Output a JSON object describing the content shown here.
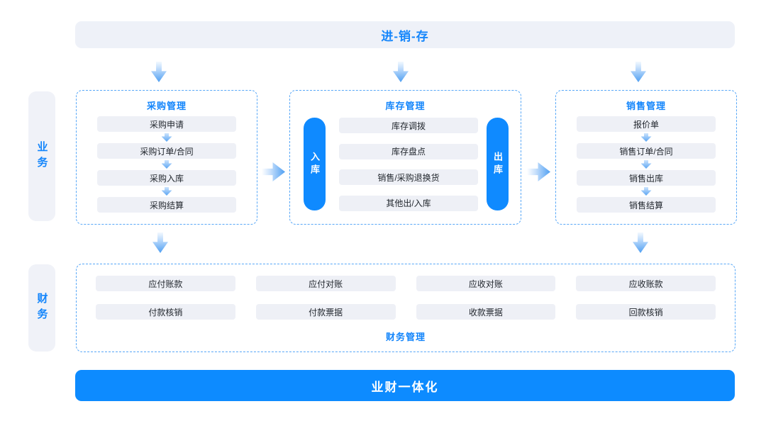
{
  "banners": {
    "top": "进-销-存",
    "bottom": "业财一体化"
  },
  "sidebar": {
    "business": "业务",
    "finance": "财务"
  },
  "purchase": {
    "title": "采购管理",
    "items": [
      "采购申请",
      "采购订单/合同",
      "采购入库",
      "采购结算"
    ]
  },
  "inventory": {
    "title": "库存管理",
    "inbound": "入库",
    "outbound": "出库",
    "items": [
      "库存调拨",
      "库存盘点",
      "销售/采购退换货",
      "其他出/入库"
    ]
  },
  "sales": {
    "title": "销售管理",
    "items": [
      "报价单",
      "销售订单/合同",
      "销售出库",
      "销售结算"
    ]
  },
  "finance": {
    "title": "财务管理",
    "items": [
      "应付账款",
      "应付对账",
      "应收对账",
      "应收账款",
      "付款核销",
      "付款票据",
      "收款票据",
      "回款核销"
    ]
  },
  "colors": {
    "accent_blue": "#0d8bff",
    "title_blue": "#1385fb",
    "pill_bg": "#eef0f6",
    "banner_bg": "#eef1f8",
    "dashed_border": "#57a7f7"
  }
}
